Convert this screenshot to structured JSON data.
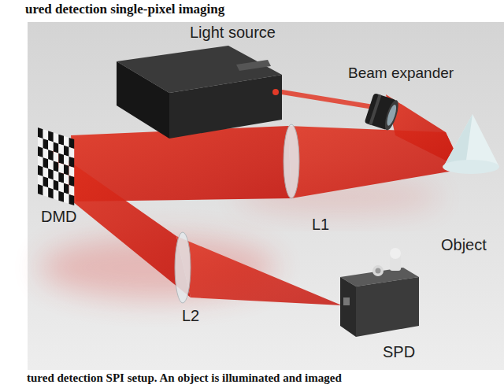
{
  "diagram": {
    "title": "ured detection single-pixel imaging",
    "caption": "tured detection SPI setup. An object is illuminated and imaged",
    "labels": [
      "Light source",
      "Beam expander",
      "DMD",
      "L1",
      "Object",
      "L2",
      "SPD"
    ]
  }
}
